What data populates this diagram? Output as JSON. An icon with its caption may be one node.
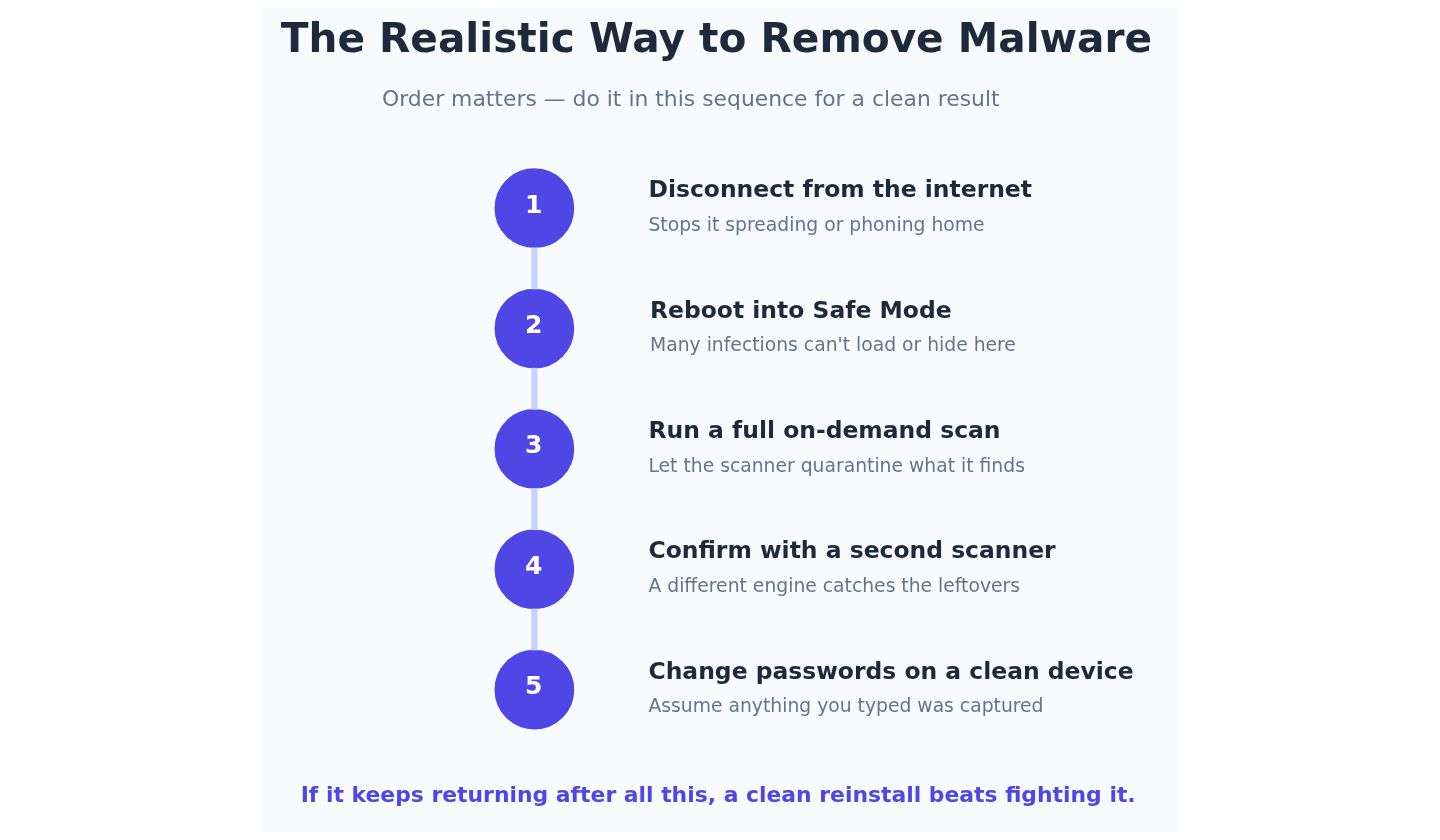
{
  "diagram": {
    "title": "The Realistic Way to Remove Malware",
    "caption": "If it keeps returning after all this, a clean reinstall beats fighting it.",
    "labels": [
      "Order matters — do it in this sequence for a clean result"
    ],
    "nodes": [
      {
        "text": [
          "1"
        ],
        "beside": [
          "Disconnect from the internet",
          "Stops it spreading or phoning home"
        ]
      },
      {
        "text": [
          "2"
        ],
        "beside": [
          "Reboot into Safe Mode",
          "Many infections can't load or hide here"
        ]
      },
      {
        "text": [
          "3"
        ],
        "beside": [
          "Run a full on-demand scan",
          "Let the scanner quarantine what it finds"
        ]
      },
      {
        "text": [
          "4"
        ],
        "beside": [
          "Confirm with a second scanner",
          "A different engine catches the leftovers"
        ]
      },
      {
        "text": [
          "5"
        ],
        "beside": [
          "Change passwords on a clean device",
          "Assume anything you typed was captured"
        ]
      }
    ],
    "edges": [
      {
        "from": 0,
        "to": 1,
        "arrow": "none"
      },
      {
        "from": 1,
        "to": 2,
        "arrow": "none"
      },
      {
        "from": 2,
        "to": 3,
        "arrow": "none"
      },
      {
        "from": 3,
        "to": 4,
        "arrow": "none"
      }
    ]
  }
}
